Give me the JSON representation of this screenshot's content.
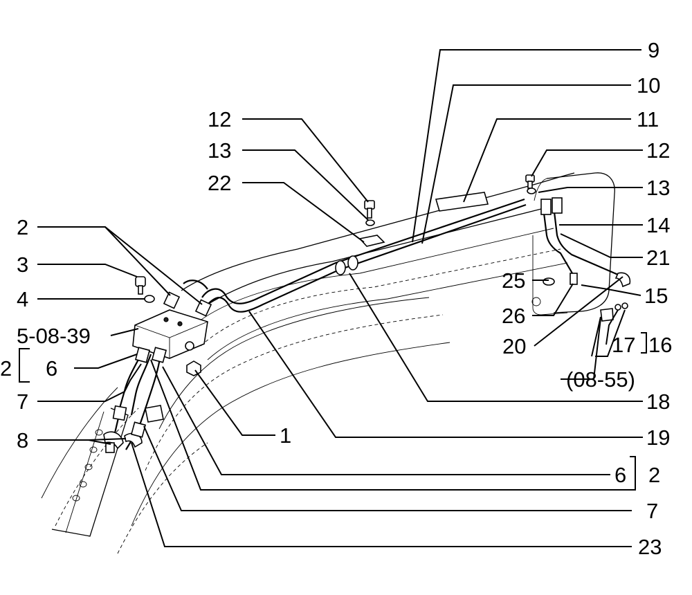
{
  "callouts": {
    "c9": "9",
    "c10": "10",
    "c11": "11",
    "c12_top": "12",
    "c13_top": "13",
    "c22": "22",
    "c12_right": "12",
    "c13_right": "13",
    "c14": "14",
    "c21": "21",
    "c2_top": "2",
    "c3": "3",
    "c4": "4",
    "c5": "5-08-39",
    "c2_left": "2",
    "c6_left": "6",
    "c7_left": "7",
    "c8": "8",
    "c25": "25",
    "c15": "15",
    "c26": "26",
    "c17": "17",
    "c16": "16",
    "c20": "20",
    "c0855": "(08-55)",
    "c18": "18",
    "c1": "1",
    "c19": "19",
    "c6_right": "6",
    "c2_right": "2",
    "c7_right": "7",
    "c23": "23"
  }
}
